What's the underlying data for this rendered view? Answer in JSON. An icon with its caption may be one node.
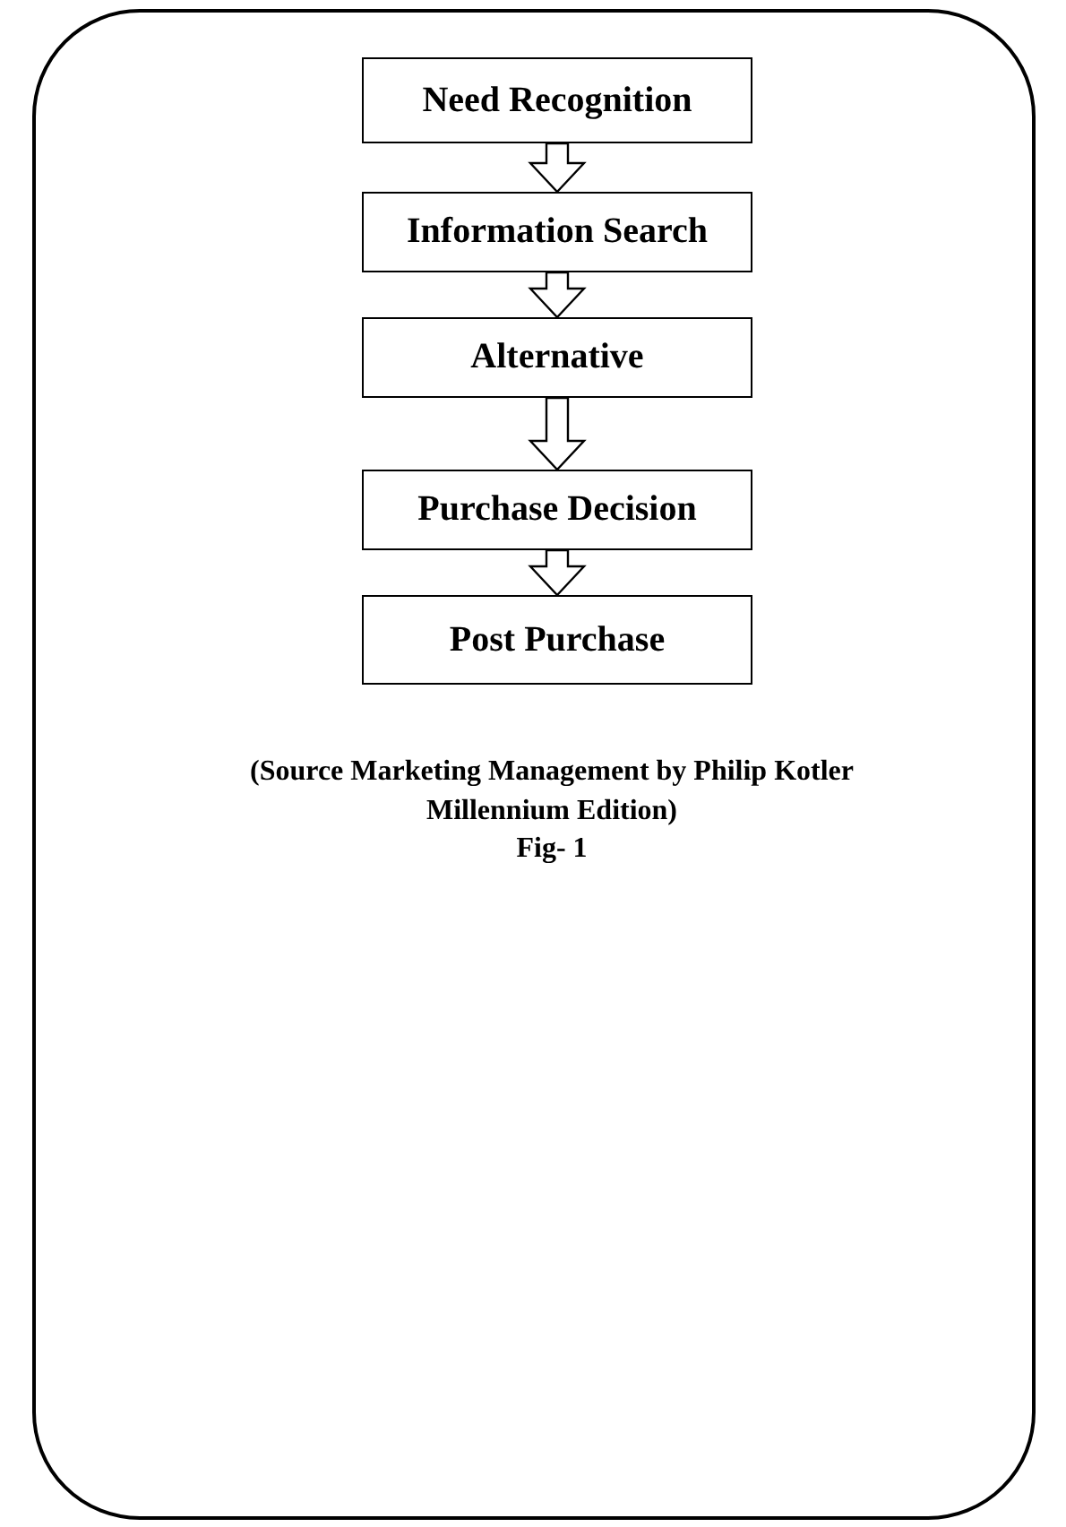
{
  "diagram": {
    "nodes": [
      {
        "text": [
          "(Source Marketing Management by Philip Kotler Millennium Edition)",
          "Fig- 1"
        ]
      },
      {
        "text": [
          "Need Recognition"
        ],
        "in": 0
      },
      {
        "text": [
          "Information Search"
        ],
        "in": 0
      },
      {
        "text": [
          "Alternative"
        ],
        "in": 0
      },
      {
        "text": [
          "Purchase Decision"
        ],
        "in": 0
      },
      {
        "text": [
          "Post Purchase"
        ],
        "in": 0
      }
    ],
    "edges": [
      {
        "from": 1,
        "to": 2,
        "arrow": "to"
      },
      {
        "from": 2,
        "to": 3,
        "arrow": "to"
      },
      {
        "from": 3,
        "to": 4,
        "arrow": "to"
      },
      {
        "from": 4,
        "to": 5,
        "arrow": "to"
      }
    ]
  }
}
